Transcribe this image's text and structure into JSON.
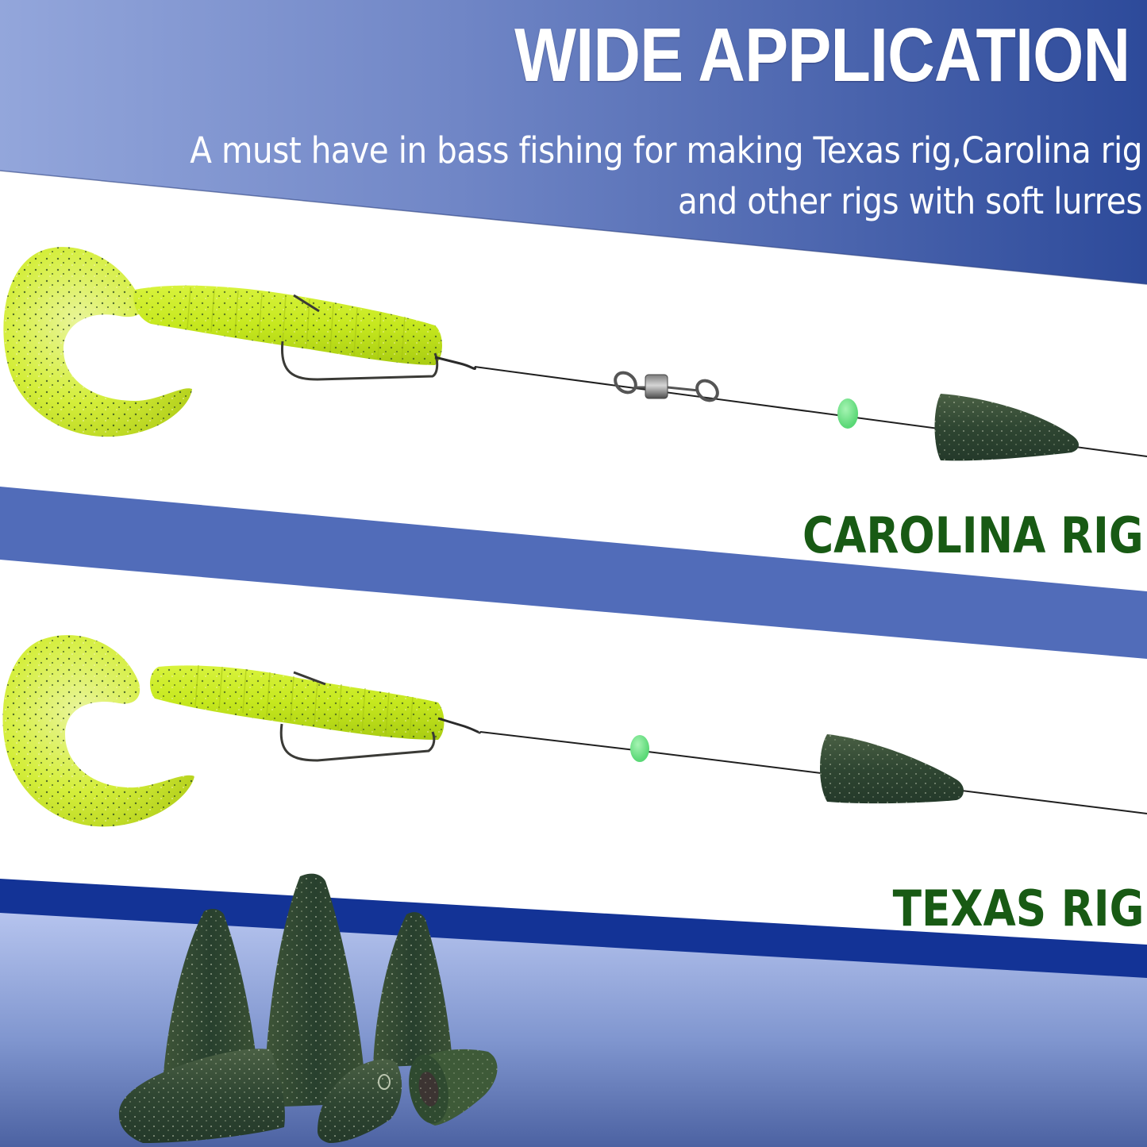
{
  "header": {
    "title": "WIDE APPLICATION",
    "subtitle_line1": "A must have in bass fishing for making Texas rig,Carolina rig",
    "subtitle_line2": "and other rigs with soft lurres"
  },
  "rigs": [
    {
      "label": "CAROLINA RIG",
      "components": [
        "grub-lure",
        "offset-hook",
        "swivel",
        "glow-bead",
        "bullet-sinker",
        "fishing-line"
      ]
    },
    {
      "label": "TEXAS RIG",
      "components": [
        "grub-lure",
        "offset-hook",
        "glow-bead",
        "bullet-sinker",
        "fishing-line"
      ]
    }
  ],
  "product_group": {
    "items": [
      "bullet-sinker",
      "bullet-sinker",
      "bullet-sinker",
      "bullet-sinker",
      "bullet-sinker",
      "bullet-sinker"
    ]
  },
  "colors": {
    "header_gradient_left": "#8ea3d9",
    "header_gradient_right": "#2c4a9b",
    "middle_band": "#516cb9",
    "texas_band": "#133396",
    "bottom_gradient_top": "#b6c4ee",
    "bottom_gradient_bottom": "#4d64a3",
    "label_green": "#185a14",
    "lure_chartreuse": "#d2f02a",
    "sinker_green": "#344a2c",
    "bead_green": "#74e38b"
  }
}
